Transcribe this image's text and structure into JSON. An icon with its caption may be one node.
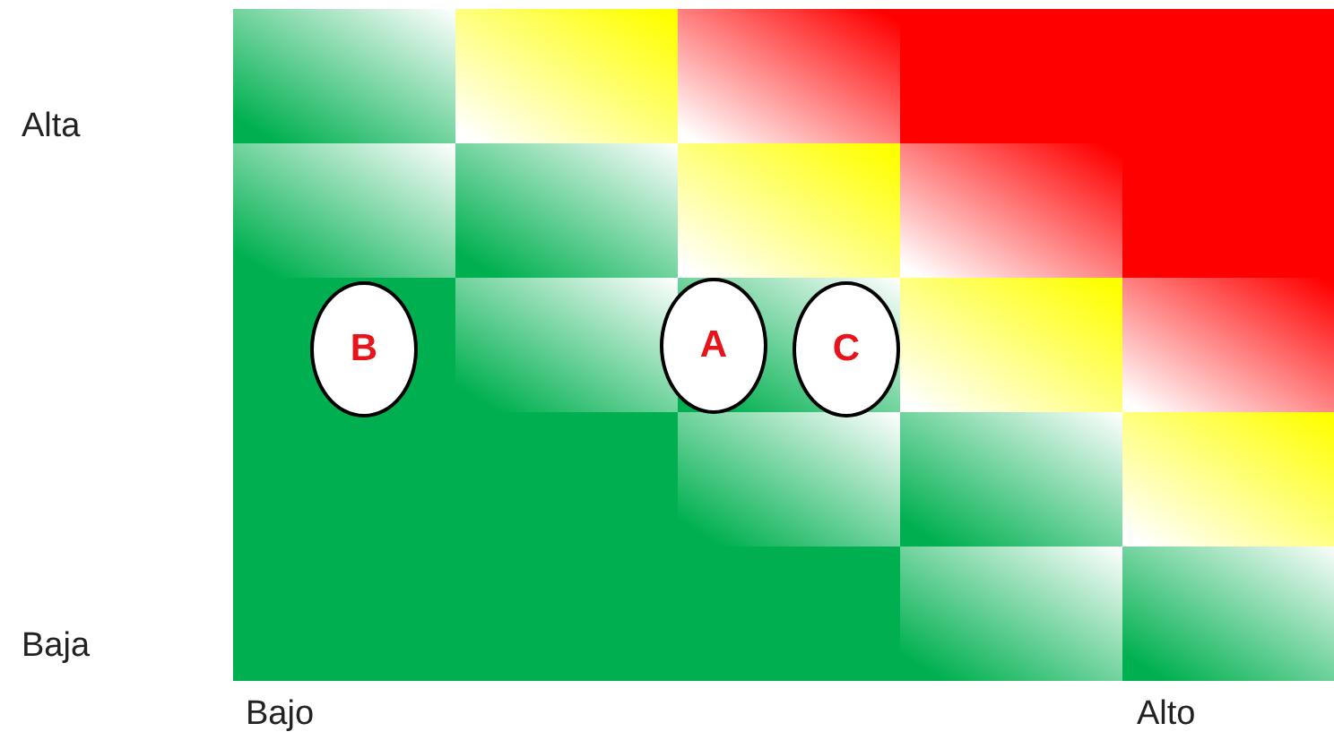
{
  "diagram": {
    "nodes": [
      {
        "text": [
          "B"
        ]
      },
      {
        "text": [
          "A"
        ]
      },
      {
        "text": [
          "C"
        ]
      }
    ],
    "labels": [
      "Alta",
      "Baja",
      "Bajo",
      "Alto"
    ]
  }
}
